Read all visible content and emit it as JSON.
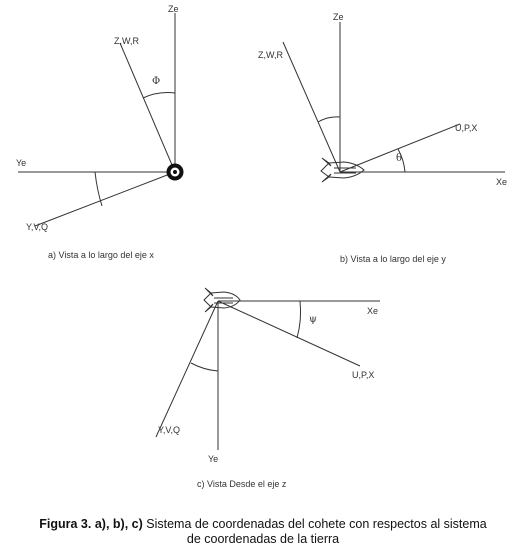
{
  "panel_a": {
    "z_axis": "Ze",
    "zwr": "Z,W,R",
    "phi": "Φ",
    "y_axis": "Ye",
    "yvq": "Y,V,Q",
    "caption": "a)   Vista a lo largo del eje x"
  },
  "panel_b": {
    "z_axis": "Ze",
    "zwr": "Z,W,R",
    "upx": "U,P,X",
    "theta": "θ",
    "x_axis": "Xe",
    "caption": "b)   Vista a lo largo del eje y"
  },
  "panel_c": {
    "x_axis": "Xe",
    "psi": "ψ",
    "upx": "U,P,X",
    "yvq": "Y,V,Q",
    "y_axis": "Ye",
    "caption": "c)   Vista Desde el eje z"
  },
  "caption": {
    "label": "Figura 3. a), b), c)",
    "line1": "Sistema de coordenadas del cohete con respectos al sistema",
    "line2": "de coordenadas de la tierra"
  },
  "colors": {
    "ink": "#333333",
    "rocket_body": "#8c8c8c",
    "rocket_dark": "#3a3a3a"
  }
}
